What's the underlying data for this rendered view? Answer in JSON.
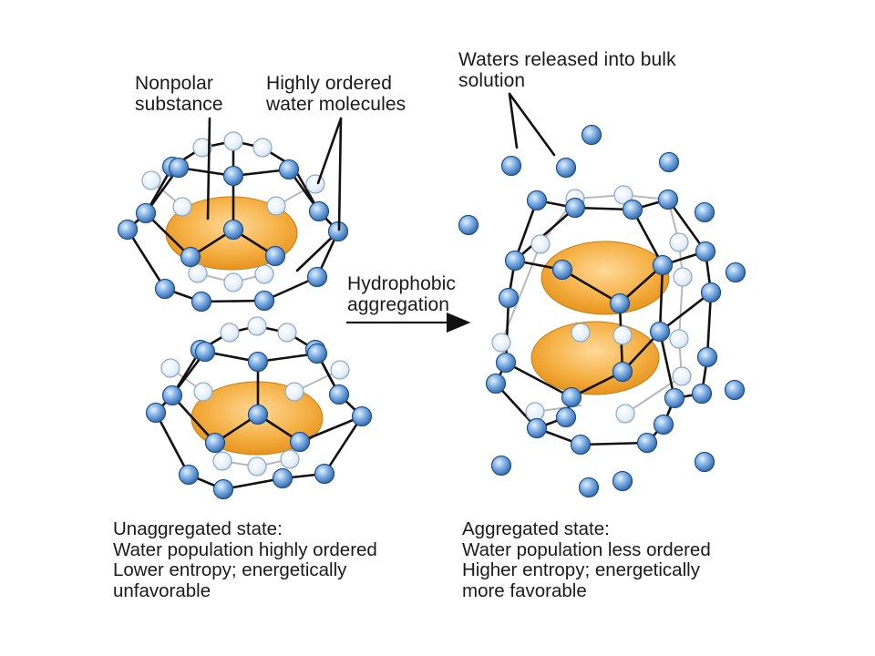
{
  "labels": {
    "nonpolar": [
      "Nonpolar",
      "substance"
    ],
    "ordered_water": [
      "Highly ordered",
      "water molecules"
    ],
    "released": [
      "Waters released into bulk",
      "solution"
    ],
    "process": [
      "Hydrophobic",
      "aggregation"
    ]
  },
  "captions": {
    "unaggregated": [
      "Unaggregated state:",
      "Water population highly ordered",
      "Lower entropy; energetically",
      "unfavorable"
    ],
    "aggregated": [
      "Aggregated state:",
      "Water population less ordered",
      "Higher entropy; energetically",
      "more favorable"
    ]
  },
  "colors": {
    "water_front": "#5b94d8",
    "water_back": "#d8e8f4",
    "substance": "#f2a42a",
    "bond": "#111111",
    "back_bond": "#b8b8b8"
  },
  "icons": [
    "water-molecule-icon",
    "nonpolar-substance-icon",
    "arrow-right-icon"
  ]
}
